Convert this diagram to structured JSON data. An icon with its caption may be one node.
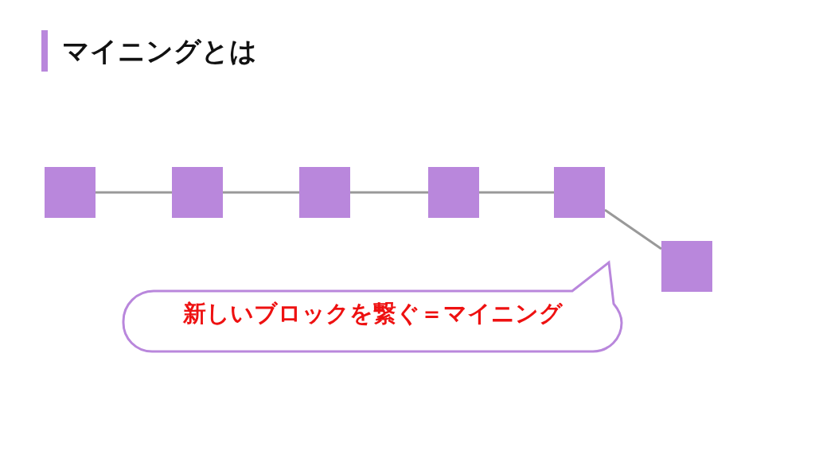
{
  "diagram": {
    "title": "マイニングとは",
    "nodes": [
      {
        "text": [],
        "shape": "box"
      },
      {
        "text": [],
        "shape": "box"
      },
      {
        "text": [],
        "shape": "box"
      },
      {
        "text": [],
        "shape": "box"
      },
      {
        "text": [],
        "shape": "box"
      },
      {
        "text": [],
        "shape": "box"
      },
      {
        "text": [
          "新しいブロックを繋ぐ＝マイニング"
        ]
      }
    ],
    "edges": [
      {
        "from": 0,
        "to": 1,
        "arrow": "none"
      },
      {
        "from": 1,
        "to": 2,
        "arrow": "none"
      },
      {
        "from": 2,
        "to": 3,
        "arrow": "none"
      },
      {
        "from": 3,
        "to": 4,
        "arrow": "none"
      },
      {
        "from": 4,
        "to": 5,
        "arrow": "none"
      }
    ]
  }
}
